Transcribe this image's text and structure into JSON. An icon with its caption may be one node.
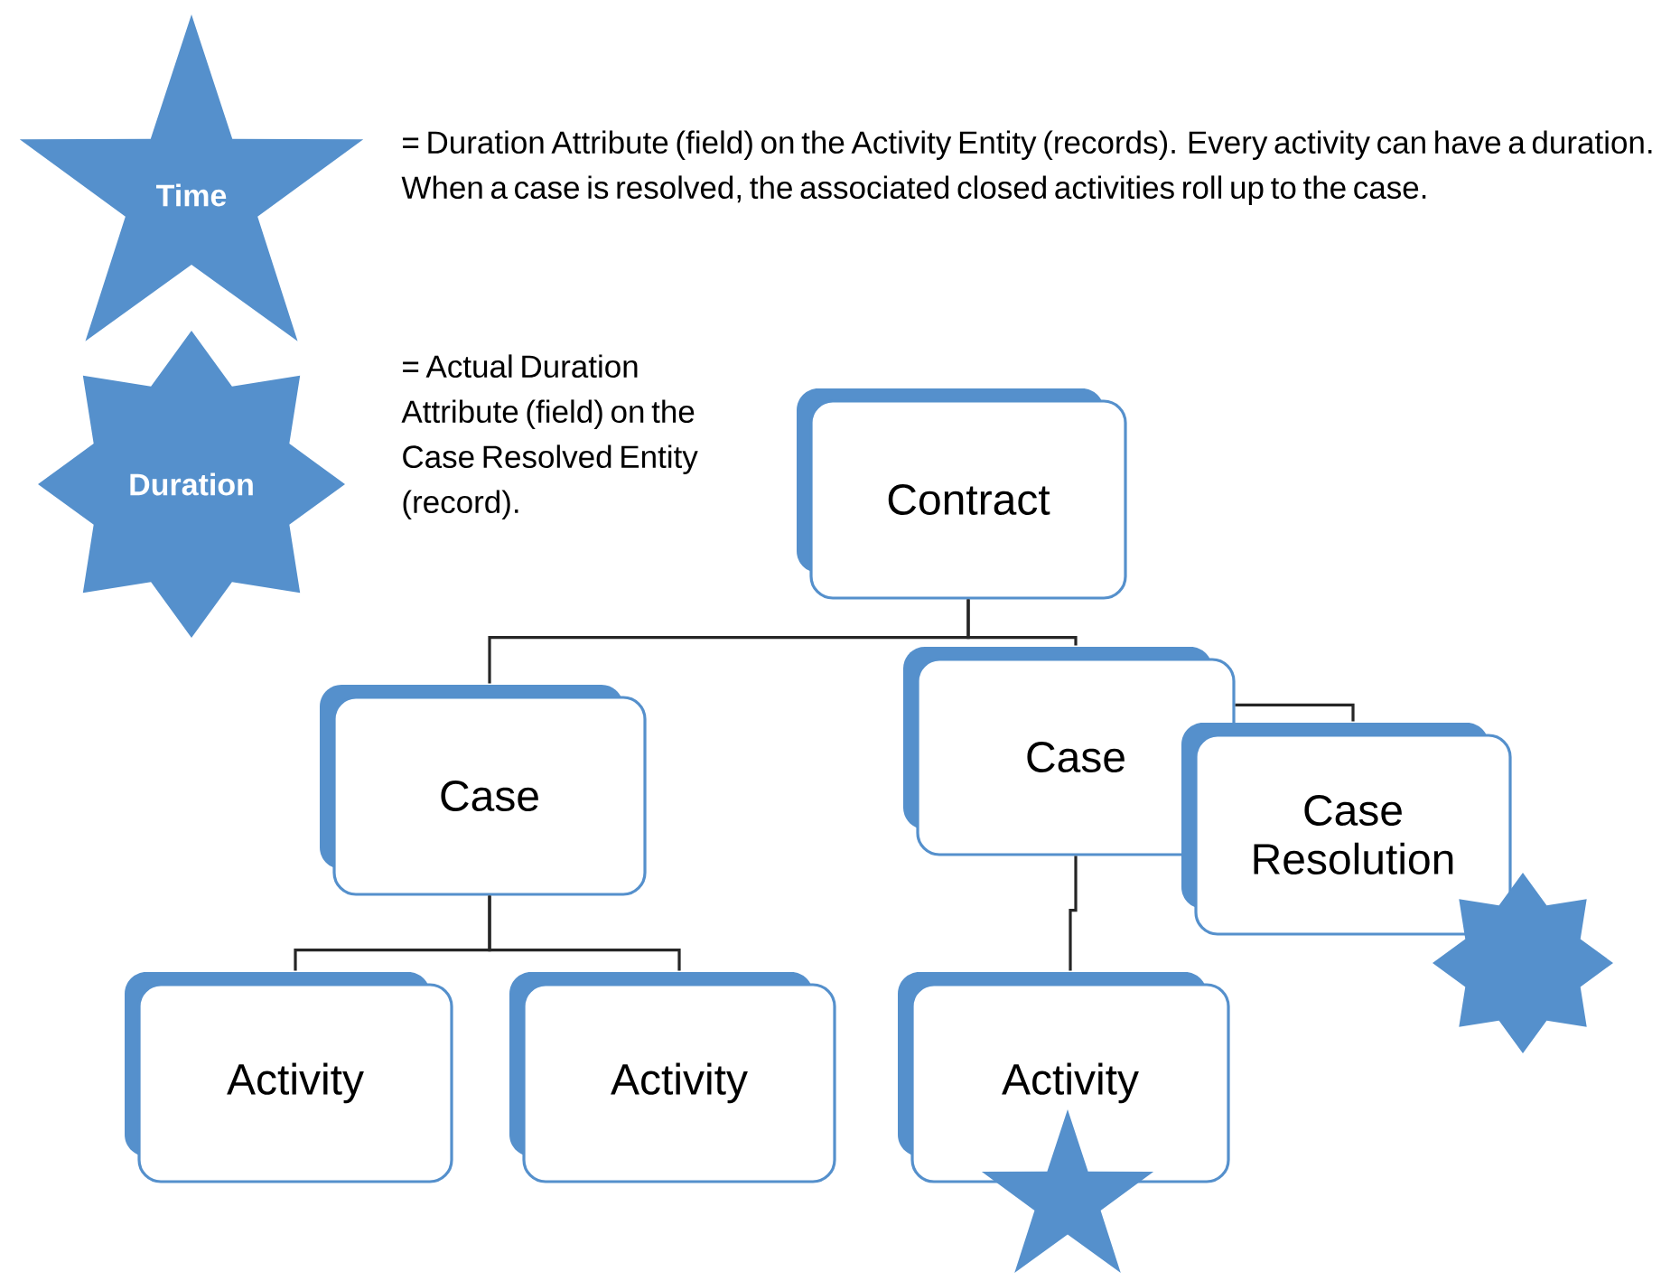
{
  "diagram": {
    "nodes": [
      {
        "text": [
          "Time"
        ],
        "beside": [
          "= Duration Attribute (field) on the Activity Entity (records). Every activity can have a duration. When a case is resolved, the associated closed activities roll up to the case."
        ]
      },
      {
        "text": [
          "Duration"
        ],
        "beside": [
          "= Actual Duration Attribute (field) on the Case Resolved Entity (record)."
        ]
      },
      {
        "text": [
          "Contract"
        ]
      },
      {
        "text": [
          "Case"
        ]
      },
      {
        "text": [
          "Case"
        ]
      },
      {
        "text": [
          "Case Resolution"
        ]
      },
      {
        "text": [
          "Activity"
        ]
      },
      {
        "text": [
          "Activity"
        ]
      },
      {
        "text": [
          "Activity"
        ]
      },
      {
        "text": [],
        "shape": "star"
      },
      {
        "text": [],
        "shape": "star"
      }
    ],
    "edges": [
      {
        "from": 2,
        "to": 3,
        "arrow": "none"
      },
      {
        "from": 2,
        "to": 4,
        "arrow": "none"
      },
      {
        "from": 4,
        "to": 5,
        "arrow": "none"
      },
      {
        "from": 3,
        "to": 6,
        "arrow": "none"
      },
      {
        "from": 3,
        "to": 7,
        "arrow": "none"
      },
      {
        "from": 4,
        "to": 8,
        "arrow": "none"
      }
    ]
  }
}
